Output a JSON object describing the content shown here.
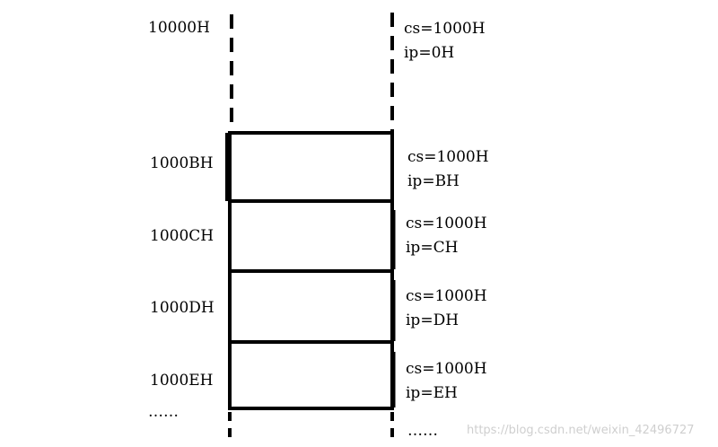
{
  "addresses": [
    {
      "label": "10000H"
    },
    {
      "label": "1000BH"
    },
    {
      "label": "1000CH"
    },
    {
      "label": "1000DH"
    },
    {
      "label": "1000EH"
    }
  ],
  "registers": [
    {
      "cs": "cs=1000H",
      "ip": "ip=0H"
    },
    {
      "cs": "cs=1000H",
      "ip": "ip=BH"
    },
    {
      "cs": "cs=1000H",
      "ip": "ip=CH"
    },
    {
      "cs": "cs=1000H",
      "ip": "ip=DH"
    },
    {
      "cs": "cs=1000H",
      "ip": "ip=EH"
    }
  ],
  "ellipsis_left": "……",
  "ellipsis_right": "……",
  "watermark": "https://blog.csdn.net/weixin_42496727",
  "colors": {
    "stroke": "#000000",
    "watermark": "#cfcfcf"
  }
}
